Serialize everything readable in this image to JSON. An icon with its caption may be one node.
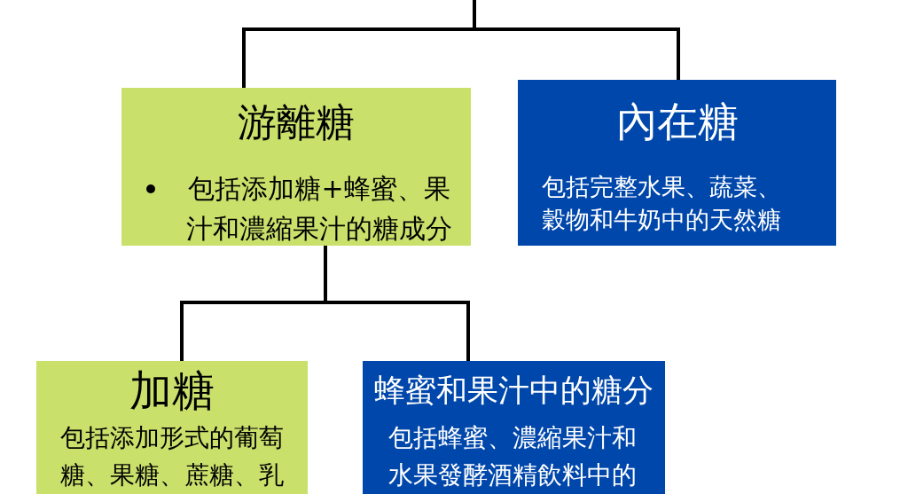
{
  "diagram": {
    "nodes": [
      {
        "text": [
          "游離糖",
          "包括添加糖+蜂蜜、果汁和濃縮果汁的糖成分"
        ]
      },
      {
        "text": [
          "內在糖",
          "包括完整水果、蔬菜、穀物和牛奶中的天然糖"
        ]
      },
      {
        "text": [
          "加糖",
          "包括添加形式的葡萄糖、果糖、蔗糖、乳"
        ]
      },
      {
        "text": [
          "蜂蜜和果汁中的糖分",
          "包括蜂蜜、濃縮果汁和水果發酵酒精飲料中的"
        ]
      }
    ],
    "edges": [
      {
        "from": null,
        "to": 0,
        "arrow": "none"
      },
      {
        "from": null,
        "to": 1,
        "arrow": "none"
      },
      {
        "from": 0,
        "to": 2,
        "arrow": "none"
      },
      {
        "from": 0,
        "to": 3,
        "arrow": "none"
      }
    ]
  }
}
